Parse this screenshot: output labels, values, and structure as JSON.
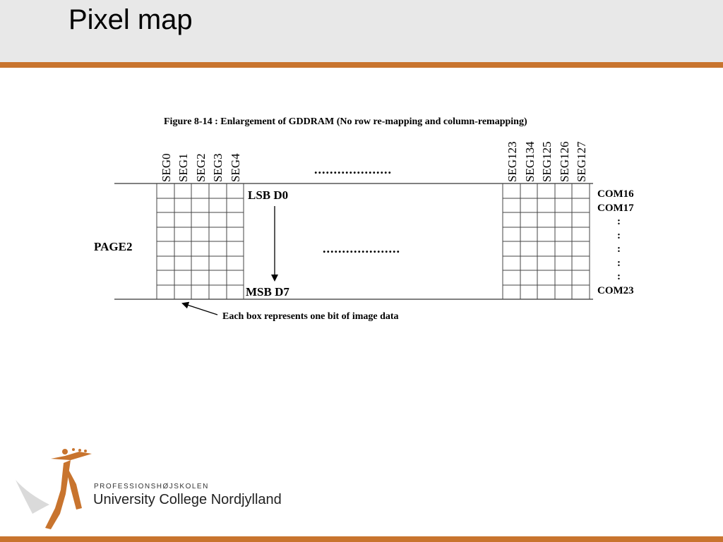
{
  "slide": {
    "title": "Pixel map"
  },
  "figure": {
    "caption": "Figure 8-14 : Enlargement of GDDRAM (No row re-mapping and column-remapping)",
    "seg_left": [
      "SEG0",
      "SEG1",
      "SEG2",
      "SEG3",
      "SEG4"
    ],
    "seg_right": [
      "SEG123",
      "SEG134",
      "SEG125",
      "SEG126",
      "SEG127"
    ],
    "dots_top": "....................",
    "dots_middle": "....................",
    "page_label": "PAGE2",
    "lsb_label": "LSB D0",
    "msb_label": "MSB D7",
    "com_labels": [
      "COM16",
      "COM17",
      ":",
      ":",
      ":",
      ":",
      ":",
      "COM23"
    ],
    "annotation": "Each box represents one bit of image data"
  },
  "logo": {
    "line1": "PROFESSIONSHØJSKOLEN",
    "line2": "University College Nordjylland"
  },
  "colors": {
    "accent": "#c8742e",
    "header_bg": "#e8e8e8"
  }
}
